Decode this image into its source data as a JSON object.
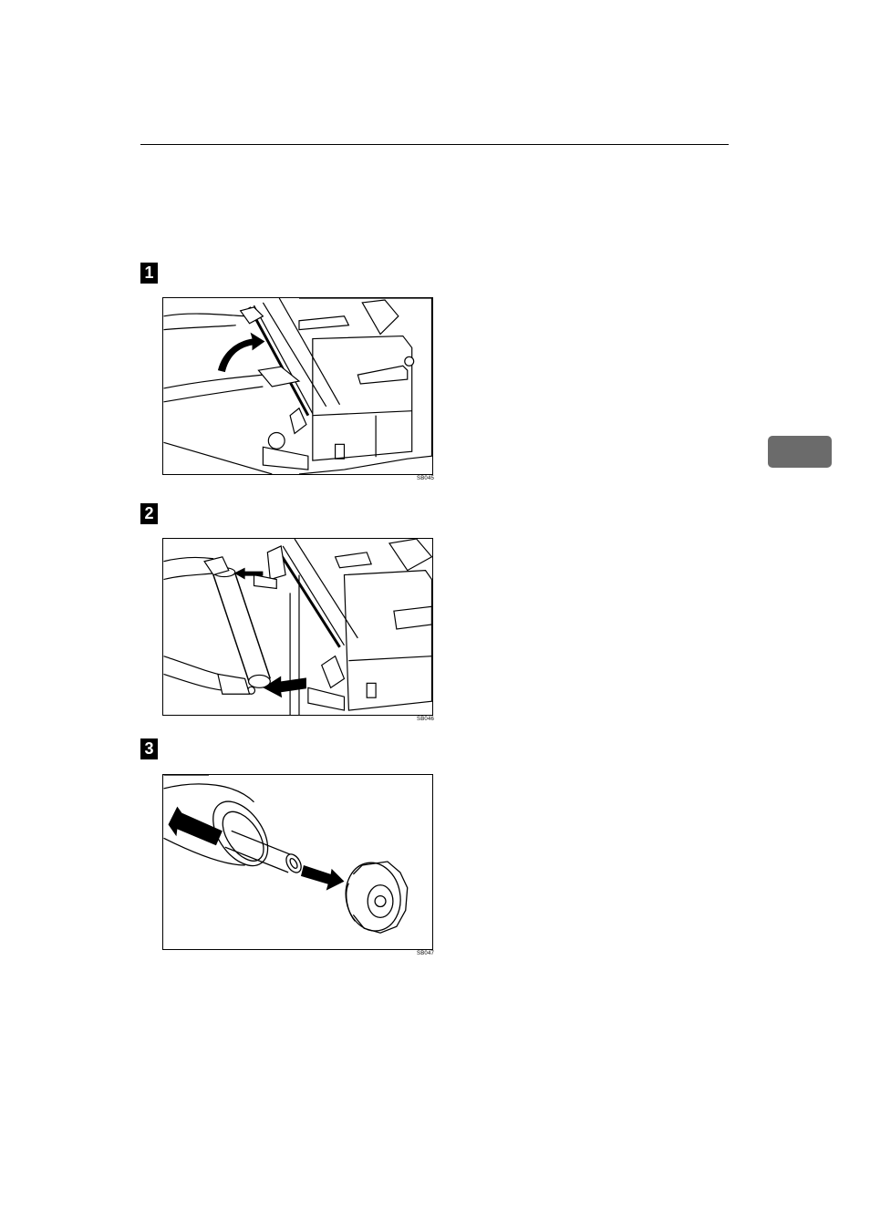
{
  "steps": [
    {
      "number": "1",
      "figure_code": "SB045"
    },
    {
      "number": "2",
      "figure_code": "SB046"
    },
    {
      "number": "3",
      "figure_code": "SB047"
    }
  ],
  "colors": {
    "side_tab": "#6b6b6b",
    "step_badge": "#000000"
  },
  "icons": [
    "arrow-icon"
  ]
}
